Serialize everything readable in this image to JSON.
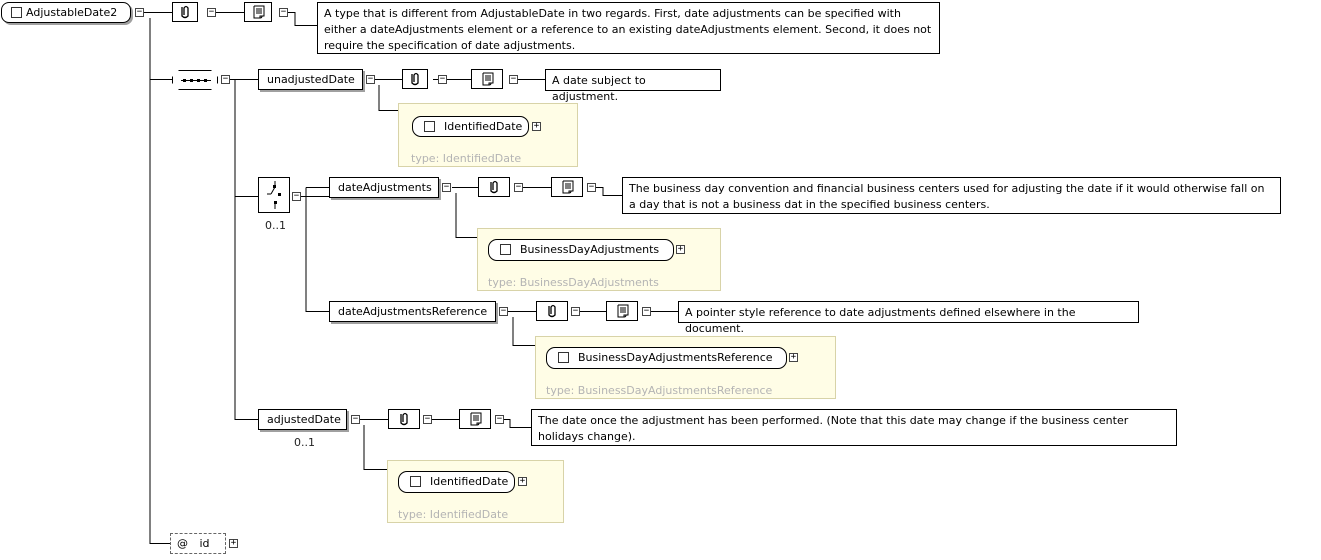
{
  "root": {
    "name": "AdjustableDate2"
  },
  "root_doc": "A type that is different from AdjustableDate in two regards. First, date adjustments can be specified with either a dateAdjustments element or a reference to an existing dateAdjustments element. Second, it does not require the specification of date adjustments.",
  "elements": {
    "unadjusted_date": {
      "name": "unadjustedDate",
      "doc": "A date subject to adjustment.",
      "type_node": "IdentifiedDate",
      "type_label": "type: IdentifiedDate"
    },
    "date_adjustments": {
      "name": "dateAdjustments",
      "doc": "The business day convention and financial business centers used for adjusting the date if it would otherwise fall on a day that is not a business dat in the specified business centers.",
      "type_node": "BusinessDayAdjustments",
      "type_label": "type: BusinessDayAdjustments"
    },
    "date_adjustments_reference": {
      "name": "dateAdjustmentsReference",
      "doc": "A pointer style reference to date adjustments defined elsewhere in the document.",
      "type_node": "BusinessDayAdjustmentsReference",
      "type_label": "type: BusinessDayAdjustmentsReference"
    },
    "adjusted_date": {
      "name": "adjustedDate",
      "doc": "The date once the adjustment has been performed. (Note that this date may change if the business center holidays change).",
      "type_node": "IdentifiedDate",
      "type_label": "type: IdentifiedDate"
    }
  },
  "cardinality": {
    "choice": "0..1",
    "adjusted_date": "0..1"
  },
  "attribute": {
    "at_sign": "@",
    "name": "id"
  },
  "expander": {
    "collapse": "−",
    "expand": "+"
  },
  "icons": {
    "complex_type": "paperclip-icon",
    "documentation": "scroll-icon",
    "sequence": "sequence-compositor-icon",
    "choice": "choice-compositor-icon",
    "type_checkbox": "checkbox-icon"
  },
  "colors": {
    "type_panel": "#fffde6",
    "type_label": "#b4b4b4",
    "line": "#000000"
  }
}
